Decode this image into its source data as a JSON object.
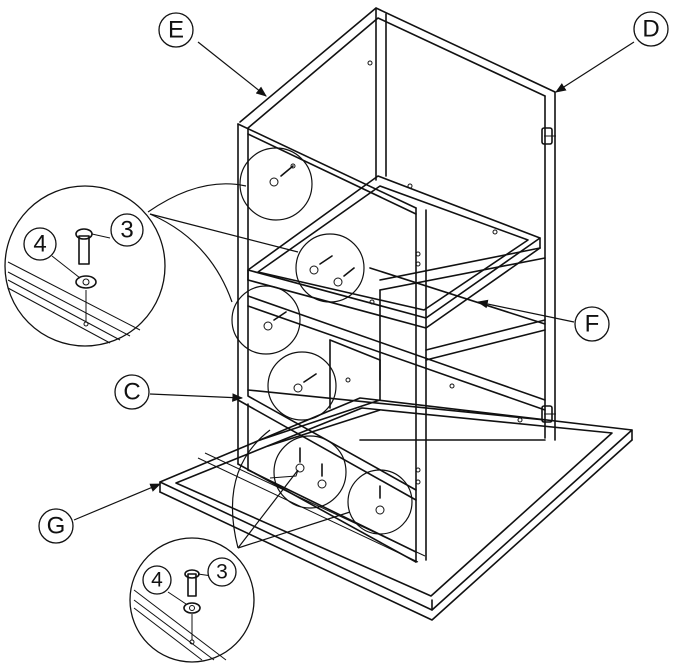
{
  "labels": {
    "c": "C",
    "d": "D",
    "e": "E",
    "f": "F",
    "g": "G",
    "part4_upper": "4",
    "part3_upper": "3",
    "part4_lower": "4",
    "part3_lower": "3"
  }
}
